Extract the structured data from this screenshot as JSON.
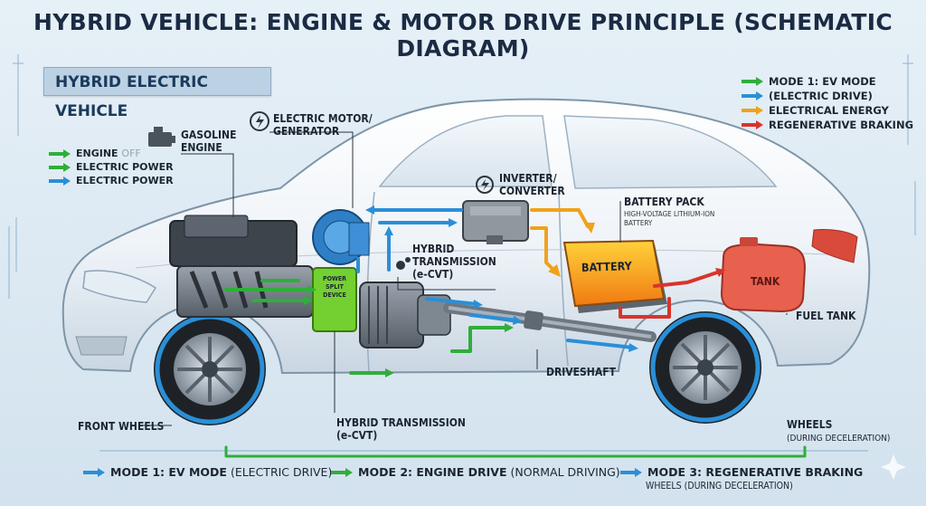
{
  "title": "HYBRID VEHICLE: ENGINE & MOTOR DRIVE PRINCIPLE (SCHEMATIC DIAGRAM)",
  "header_box": "HYBRID ELECTRIC VEHICLE",
  "legend": [
    {
      "label": "MODE 1: EV MODE",
      "color": "#2fae3b"
    },
    {
      "label": "(ELECTRIC DRIVE)",
      "color": "#2a8fd8"
    },
    {
      "label": "ELECTRICAL ENERGY",
      "color": "#f0a21a"
    },
    {
      "label": "REGENERATIVE BRAKING",
      "color": "#d8342c"
    }
  ],
  "left_legend": [
    {
      "label_main": "ENGINE",
      "label_sub": "OFF",
      "color": "#2fae3b"
    },
    {
      "label_main": "ELECTRIC POWER",
      "label_sub": "",
      "color": "#2fae3b"
    },
    {
      "label_main": "ELECTRIC POWER",
      "label_sub": "",
      "color": "#2a8fd8"
    }
  ],
  "labels": {
    "gasoline_engine_1": "GASOLINE",
    "gasoline_engine_2": "ENGINE",
    "motor_1": "ELECTRIC MOTOR/",
    "motor_2": "GENERATOR",
    "inverter_1": "INVERTER/",
    "inverter_2": "CONVERTER",
    "battery_pack": "BATTERY PACK",
    "battery_sub_1": "HIGH-VOLTAGE LITHIUM-ION",
    "battery_sub_2": "BATTERY",
    "battery": "BATTERY",
    "hybrid_trans_1": "HYBRID",
    "hybrid_trans_2": "TRANSMISSION",
    "hybrid_trans_3": "(e-CVT)",
    "power_split_1": "POWER",
    "power_split_2": "SPLIT",
    "power_split_3": "DEVICE",
    "tank": "TANK",
    "fuel_tank": "FUEL TANK",
    "driveshaft": "DRIVESHAFT",
    "front_wheels": "FRONT WHEELS",
    "hybrid_trans_bottom_1": "HYBRID TRANSMISSION",
    "hybrid_trans_bottom_2": "(e-CVT)",
    "wheels_1": "WHEELS",
    "wheels_2": "(DURING DECELERATION)"
  },
  "modes": [
    {
      "main": "MODE 1: EV MODE",
      "sub": "(ELECTRIC DRIVE)",
      "color": "#2a8fd8"
    },
    {
      "main": "MODE 2: ENGINE DRIVE",
      "sub": "(NORMAL DRIVING)",
      "color": "#2fae3b"
    },
    {
      "main": "MODE 3: REGENERATIVE BRAKING",
      "sub": "",
      "color": "#2a8fd8"
    }
  ],
  "mode3_sub": "WHEELS (DURING DECELERATION)"
}
